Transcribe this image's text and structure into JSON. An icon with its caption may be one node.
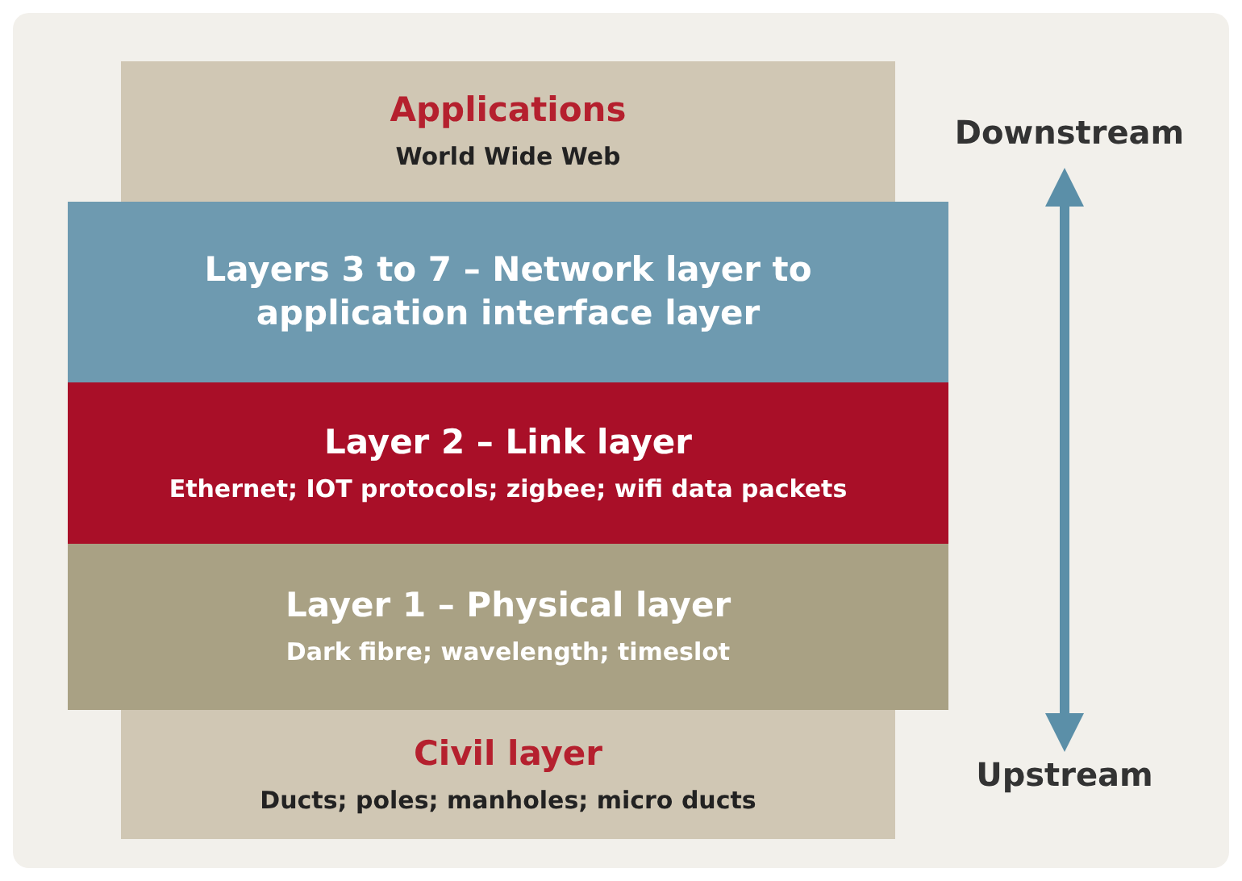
{
  "diagram": {
    "nodes": [
      {
        "text": [
          "Applications",
          "World Wide Web"
        ]
      },
      {
        "text": [
          "Layers 3 to 7 – Network layer to application interface layer"
        ]
      },
      {
        "text": [
          "Layer 2 – Link layer",
          "Ethernet; IOT protocols; zigbee; wifi data packets"
        ]
      },
      {
        "text": [
          "Layer 1 – Physical layer",
          "Dark fibre; wavelength; timeslot"
        ]
      },
      {
        "text": [
          "Civil layer",
          "Ducts; poles; manholes; micro ducts"
        ]
      },
      {
        "text": [
          "Downstream"
        ]
      },
      {
        "text": [
          "Upstream"
        ]
      }
    ],
    "edges": [
      {
        "from": 5,
        "to": 6,
        "arrow": "both"
      }
    ]
  }
}
